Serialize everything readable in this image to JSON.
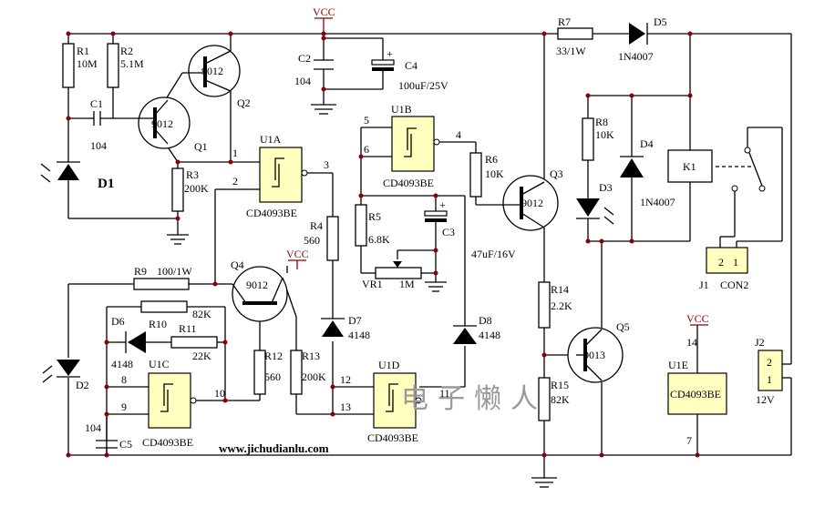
{
  "labels": {
    "vcc": "VCC",
    "r1": "R1",
    "r1_val": "10M",
    "r2": "R2",
    "r2_val": "5.1M",
    "c1": "C1",
    "c1_val": "104",
    "d1": "D1",
    "q1": "Q1",
    "q1_part": "9012",
    "q2": "Q2",
    "q2_part": "9012",
    "r3": "R3",
    "r3_val": "200K",
    "c2": "C2",
    "c2_val": "104",
    "c4": "C4",
    "c4_val": "100uF/25V",
    "u1a": "U1A",
    "u1a_part": "CD4093BE",
    "u1b": "U1B",
    "u1b_part": "CD4093BE",
    "u1c": "U1C",
    "u1c_part": "CD4093BE",
    "u1d": "U1D",
    "u1d_part": "CD4093BE",
    "u1e": "U1E",
    "u1e_part": "CD4093BE",
    "r4": "R4",
    "r4_val": "560",
    "r5": "R5",
    "r5_val": "6.8K",
    "r6": "R6",
    "r6_val": "10K",
    "c3": "C3",
    "c3_val": "47uF/16V",
    "vr1": "VR1",
    "vr1_val": "1M",
    "q3": "Q3",
    "q3_part": "9012",
    "r7": "R7",
    "r7_val": "33/1W",
    "d5": "D5",
    "d5_val": "1N4007",
    "r8": "R8",
    "r8_val": "10K",
    "d4": "D4",
    "d4_val": "1N4007",
    "d3": "D3",
    "k1": "K1",
    "j1": "J1",
    "j1_name": "CON2",
    "j2": "J2",
    "j2_val": "12V",
    "r9": "R9",
    "r9_val": "100/1W",
    "q4": "Q4",
    "q4_part": "9012",
    "r10": "R10",
    "r10_val": "82K",
    "r11": "R11",
    "r11_val": "22K",
    "d6": "D6",
    "d6_val": "4148",
    "d2": "D2",
    "r12": "R12",
    "r12_val": "560",
    "r13": "R13",
    "r13_val": "200K",
    "d7": "D7",
    "d7_val": "4148",
    "d8": "D8",
    "d8_val": "4148",
    "r14": "R14",
    "r14_val": "2.2K",
    "r15": "R15",
    "r15_val": "82K",
    "q5": "Q5",
    "q5_part": "9013",
    "c5": "C5",
    "c5_val": "104",
    "pins": {
      "p1": "1",
      "p2": "2",
      "p3": "3",
      "p4": "4",
      "p5": "5",
      "p6": "6",
      "p7": "7",
      "p8": "8",
      "p9": "9",
      "p10": "10",
      "p11": "11",
      "p12": "12",
      "p13": "13",
      "p14": "14"
    },
    "conn_pin1": "1",
    "conn_pin2": "2"
  },
  "website": "www.jichudianlu.com",
  "watermark": "电子懒人",
  "colors": {
    "wire": "#000000",
    "vcc": "#8b0000",
    "chip": "#ffffc0"
  }
}
